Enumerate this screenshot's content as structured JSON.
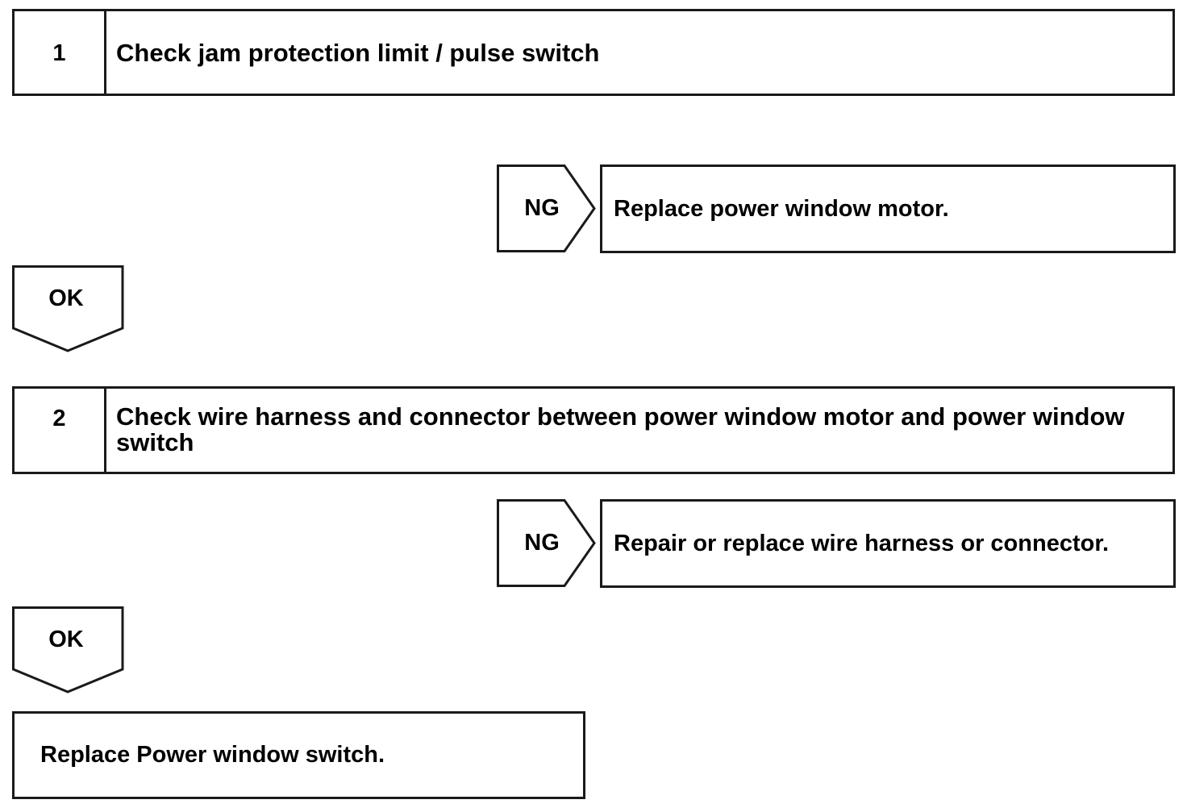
{
  "steps": [
    {
      "number": "1",
      "text": "Check jam protection limit / pulse switch"
    },
    {
      "number": "2",
      "text": "Check wire harness and connector between power window motor and power window switch"
    }
  ],
  "branches": [
    {
      "ng_label": "NG",
      "ng_action": "Replace power window motor.",
      "ok_label": "OK"
    },
    {
      "ng_label": "NG",
      "ng_action": "Repair or replace wire harness or connector.",
      "ok_label": "OK"
    }
  ],
  "final_action": "Replace Power window switch."
}
